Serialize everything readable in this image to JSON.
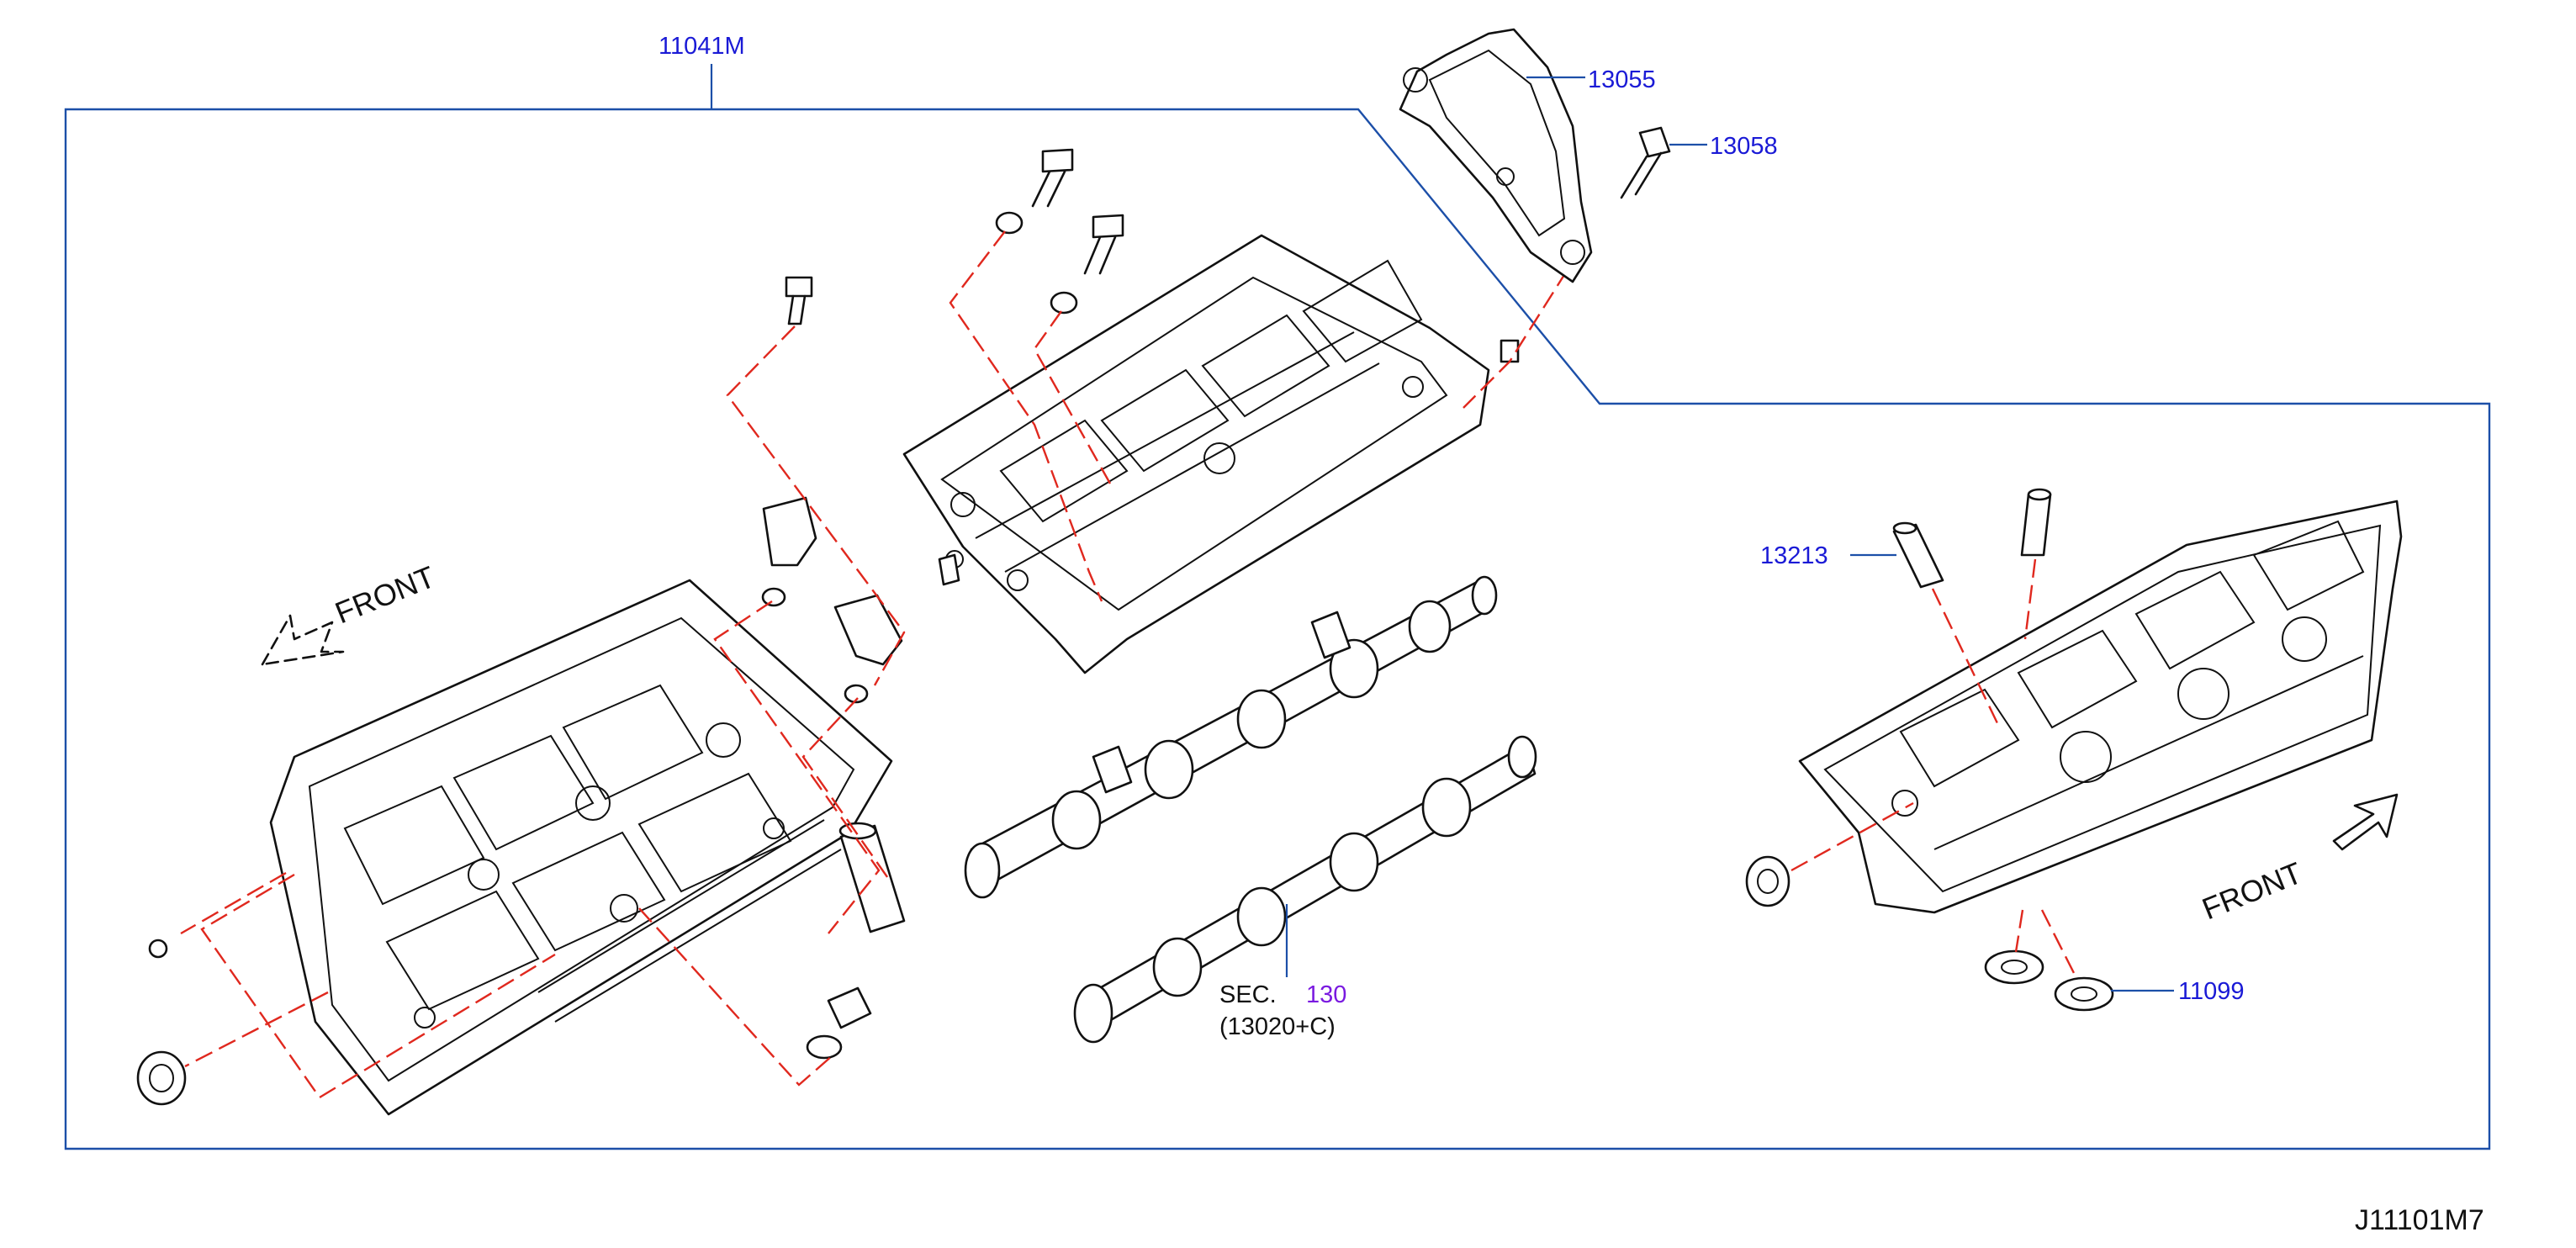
{
  "callouts": {
    "assembly": "11041M",
    "cover": "13055",
    "cover_bolt": "13058",
    "dowel": "13213",
    "plug": "11099"
  },
  "section_ref": {
    "prefix": "SEC.",
    "number": "130",
    "sub": "(13020+C)"
  },
  "front_labels": {
    "left": "FRONT",
    "right": "FRONT"
  },
  "diagram_id": "J11101M7",
  "colors": {
    "callout_text": "#1a1ad6",
    "section_link": "#7a1ae0",
    "leader_line": "#1c4fa8",
    "dashed_guide": "#e0281e",
    "line_art": "#111111"
  }
}
